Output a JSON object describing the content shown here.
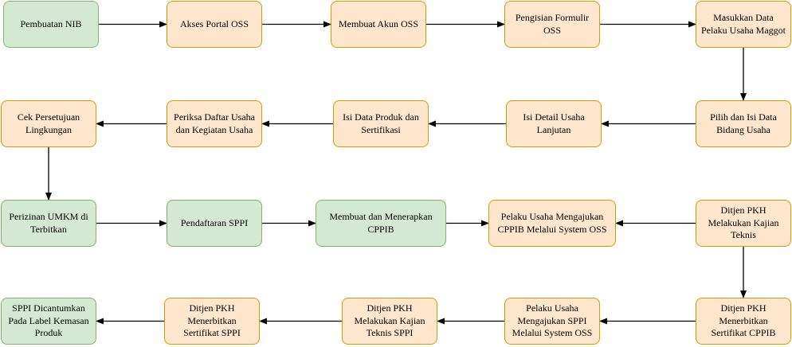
{
  "flowchart": {
    "colors": {
      "orange_fill": "#ffe6cc",
      "orange_stroke": "#d79b00",
      "green_fill": "#d5e8d4",
      "green_stroke": "#82b366",
      "arrow": "#000000"
    },
    "nodes": [
      {
        "id": "n1",
        "label": "Pembuatan NIB",
        "style": "green"
      },
      {
        "id": "n2",
        "label": "Akses Portal OSS",
        "style": "orange"
      },
      {
        "id": "n3",
        "label": "Membuat Akun OSS",
        "style": "orange"
      },
      {
        "id": "n4",
        "label": "Pengisian Formulir\nOSS",
        "style": "orange"
      },
      {
        "id": "n5",
        "label": "Masukkan Data\nPelaku Usaha Maggot",
        "style": "orange"
      },
      {
        "id": "n6",
        "label": "Pilih dan Isi Data\nBidang Usaha",
        "style": "orange"
      },
      {
        "id": "n7",
        "label": "Isi Detail Usaha\nLanjutan",
        "style": "orange"
      },
      {
        "id": "n8",
        "label": "Isi Data Produk dan\nSertifikasi",
        "style": "orange"
      },
      {
        "id": "n9",
        "label": "Periksa Daftar Usaha\ndan Kegiatan Usaha",
        "style": "orange"
      },
      {
        "id": "n10",
        "label": "Cek Persetujuan\nLingkungan",
        "style": "orange"
      },
      {
        "id": "n11",
        "label": "Perizinan UMKM di\nTerbitkan",
        "style": "green"
      },
      {
        "id": "n12",
        "label": "Pendaftaran SPPI",
        "style": "green"
      },
      {
        "id": "n13",
        "label": "Membuat dan Menerapkan\nCPPIB",
        "style": "green"
      },
      {
        "id": "n14",
        "label": "Pelaku Usaha Mengajukan\nCPPIB Melalui System OSS",
        "style": "orange"
      },
      {
        "id": "n15",
        "label": "Ditjen PKH\nMelakukan Kajian\nTeknis",
        "style": "orange"
      },
      {
        "id": "n16",
        "label": "Ditjen PKH\nMenerbitkan\nSertifikat CPPIB",
        "style": "orange"
      },
      {
        "id": "n17",
        "label": "Pelaku Usaha\nMengajukan SPPI\nMelalui System OSS",
        "style": "orange"
      },
      {
        "id": "n18",
        "label": "Ditjen PKH\nMelakukan Kajian\nTeknis SPPI",
        "style": "orange"
      },
      {
        "id": "n19",
        "label": "Ditjen PKH\nMenerbitkan\nSertifikat SPPI",
        "style": "orange"
      },
      {
        "id": "n20",
        "label": "SPPI Dicantumkan\nPada Label Kemasan\nProduk",
        "style": "green"
      }
    ],
    "edges": [
      [
        "n1",
        "n2"
      ],
      [
        "n2",
        "n3"
      ],
      [
        "n3",
        "n4"
      ],
      [
        "n4",
        "n5"
      ],
      [
        "n5",
        "n6"
      ],
      [
        "n6",
        "n7"
      ],
      [
        "n7",
        "n8"
      ],
      [
        "n8",
        "n9"
      ],
      [
        "n9",
        "n10"
      ],
      [
        "n10",
        "n11"
      ],
      [
        "n11",
        "n12"
      ],
      [
        "n12",
        "n13"
      ],
      [
        "n13",
        "n14"
      ],
      [
        "n15",
        "n14"
      ],
      [
        "n15",
        "n16"
      ],
      [
        "n16",
        "n17"
      ],
      [
        "n17",
        "n18"
      ],
      [
        "n18",
        "n19"
      ],
      [
        "n19",
        "n20"
      ]
    ]
  }
}
